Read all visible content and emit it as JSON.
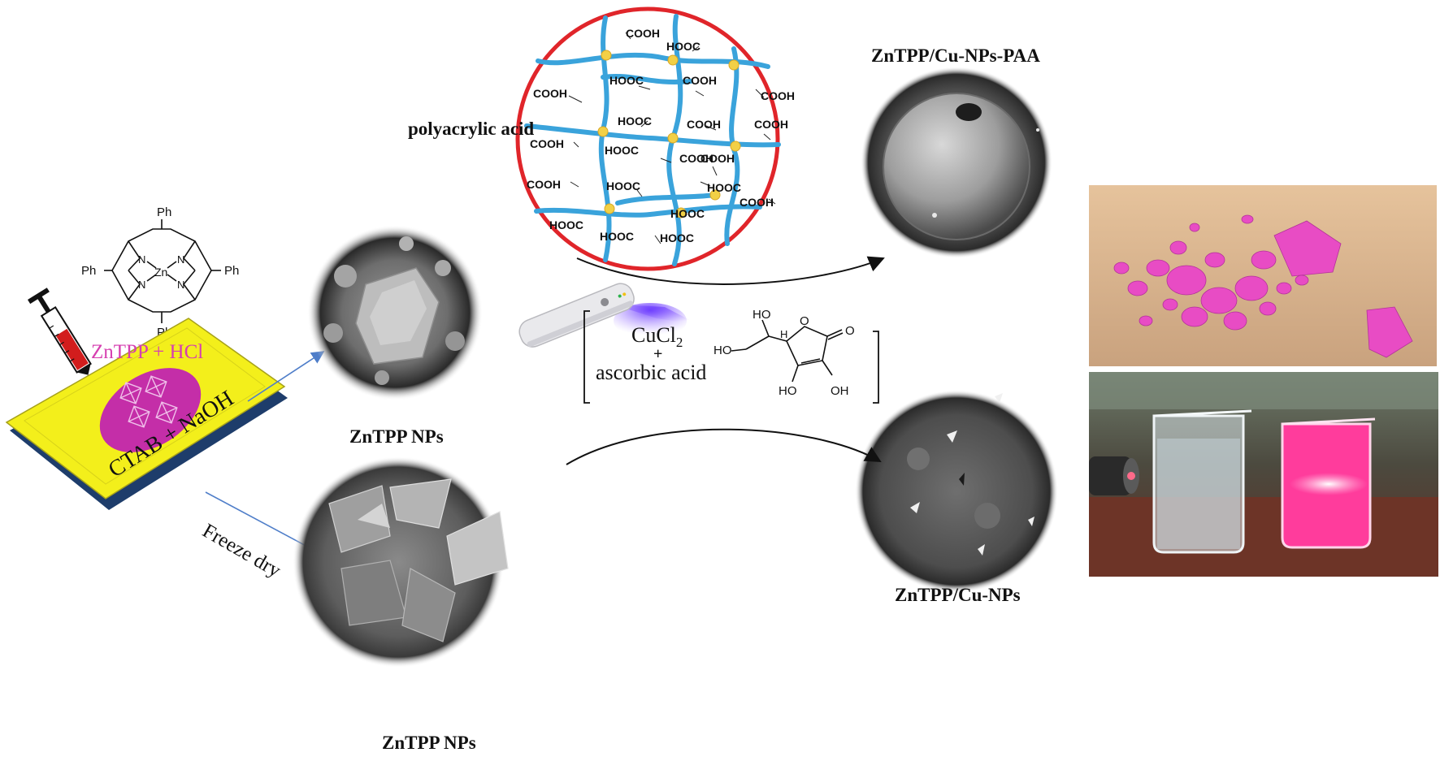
{
  "labels": {
    "polymer": "polyacrylic acid",
    "paa_product": "ZnTPP/Cu-NPs-PAA",
    "cu_product": "ZnTPP/Cu-NPs",
    "nps_top": "ZnTPP NPs",
    "nps_bottom": "ZnTPP NPs",
    "syringe_content": "ZnTPP + HCl",
    "tray_content": "CTAB + NaOH",
    "freeze": "Freeze dry",
    "reagent_cucl2": "CuCl",
    "reagent_cucl2_sub": "2",
    "reagent_plus": "+",
    "reagent_ascorbic": "ascorbic acid"
  },
  "porphyrin": {
    "metal": "Zn",
    "nitrogen": "N",
    "substituent": "Ph"
  },
  "ascorbic_structure": {
    "atoms": [
      "HO",
      "H",
      "O",
      "O",
      "HO",
      "HO",
      "OH"
    ]
  },
  "network_groups": [
    "COOH",
    "HOOC",
    "COOH",
    "HOOC",
    "COOH",
    "COOH",
    "HOOC",
    "COOH",
    "COOH",
    "COOH",
    "HOOC",
    "COOH",
    "HOOC",
    "COOH",
    "HOOC",
    "COOH",
    "HOOC",
    "HOOC",
    "HOOC",
    "COOH",
    "HOOC"
  ],
  "colors": {
    "pink_label": "#d63fb0",
    "tray_yellow": "#f3ef1b",
    "tray_edge": "#1e3d6b",
    "oval_magenta": "#c42ea8",
    "network_circle": "#e0252a",
    "network_chain": "#3aa3db",
    "crosslink": "#f2d046",
    "arrow_blue": "#4f7ec9",
    "uv_glow": "#7b4dff",
    "powder_pink": "#e84cc4",
    "solution_pink": "#ff3c9c"
  }
}
